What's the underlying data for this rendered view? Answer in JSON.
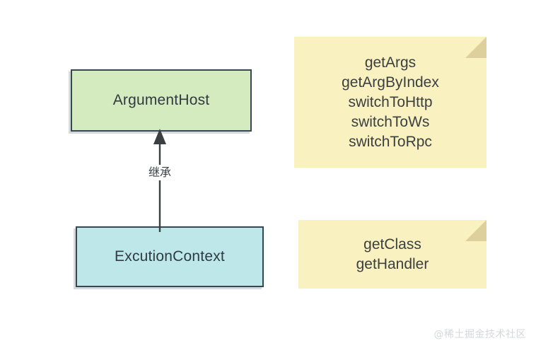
{
  "diagram": {
    "type": "uml-class-diagram",
    "background_color": "#ffffff",
    "classes": [
      {
        "id": "argument-host",
        "name": "ArgumentHost",
        "fill_color": "#d4ebbf",
        "border_color": "#37474f"
      },
      {
        "id": "excution-context",
        "name": "ExcutionContext",
        "fill_color": "#bde7e8",
        "border_color": "#37474f"
      }
    ],
    "relationship": {
      "kind": "generalization",
      "label": "继承",
      "from": "ExcutionContext",
      "to": "ArgumentHost",
      "arrow_color": "#3a3f42"
    },
    "notes": [
      {
        "id": "argument-host-methods",
        "attached_to": "ArgumentHost",
        "fill_color": "#faf1c0",
        "fold_color": "#ddd09c",
        "lines": [
          "getArgs",
          "getArgByIndex",
          "switchToHttp",
          "switchToWs",
          "switchToRpc"
        ]
      },
      {
        "id": "excution-context-methods",
        "attached_to": "ExcutionContext",
        "fill_color": "#faf1c0",
        "fold_color": "#ddd09c",
        "lines": [
          "getClass",
          "getHandler"
        ]
      }
    ]
  },
  "watermark": {
    "text": "@稀土掘金技术社区",
    "color": "#d5d7da"
  }
}
